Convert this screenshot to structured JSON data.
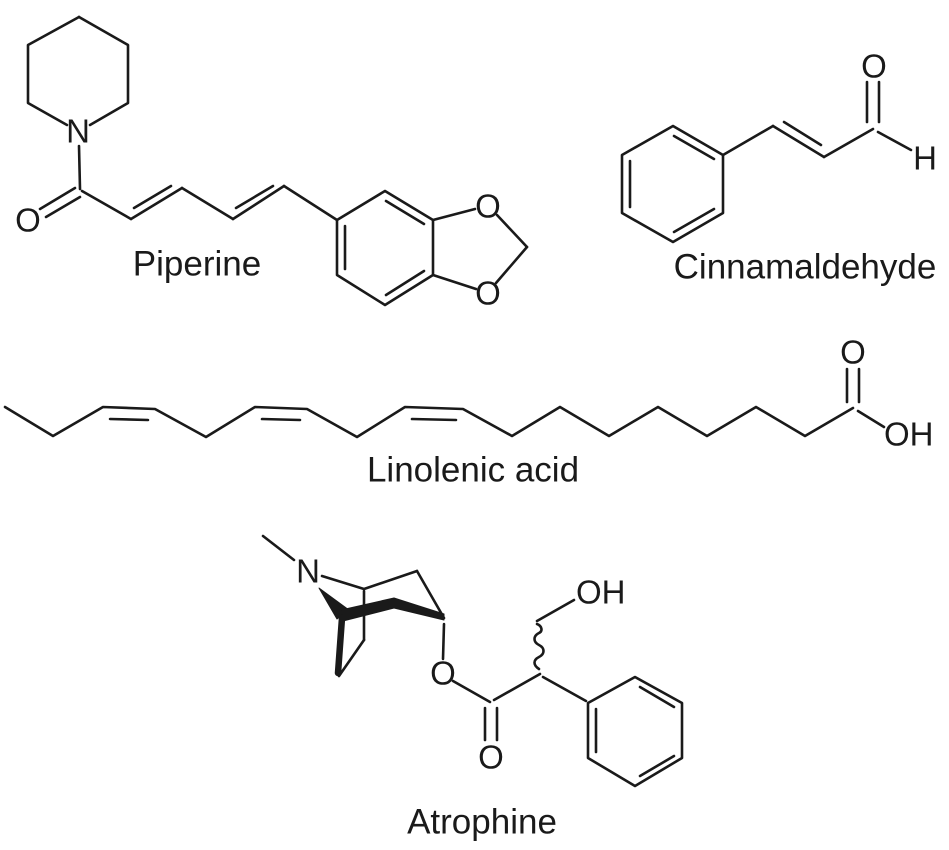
{
  "figure": {
    "background_color": "#ffffff",
    "line_color": "#1a1a1a",
    "molecules": {
      "piperine": {
        "name": "Piperine",
        "atoms": {
          "ring_n": "N",
          "carbonyl_o": "O",
          "dioxole_o_top": "O",
          "dioxole_o_bottom": "O"
        }
      },
      "cinnamaldehyde": {
        "name": "Cinnamaldehyde",
        "atoms": {
          "aldehyde_o": "O",
          "aldehyde_h": "H"
        }
      },
      "linolenic_acid": {
        "name": "Linolenic acid",
        "atoms": {
          "carboxyl_o": "O",
          "carboxyl_oh": "OH"
        }
      },
      "atropine": {
        "name": "Atrophine",
        "atoms": {
          "ring_n": "N",
          "ester_o": "O",
          "carbonyl_o": "O",
          "hydroxyl_oh": "OH"
        }
      }
    }
  }
}
